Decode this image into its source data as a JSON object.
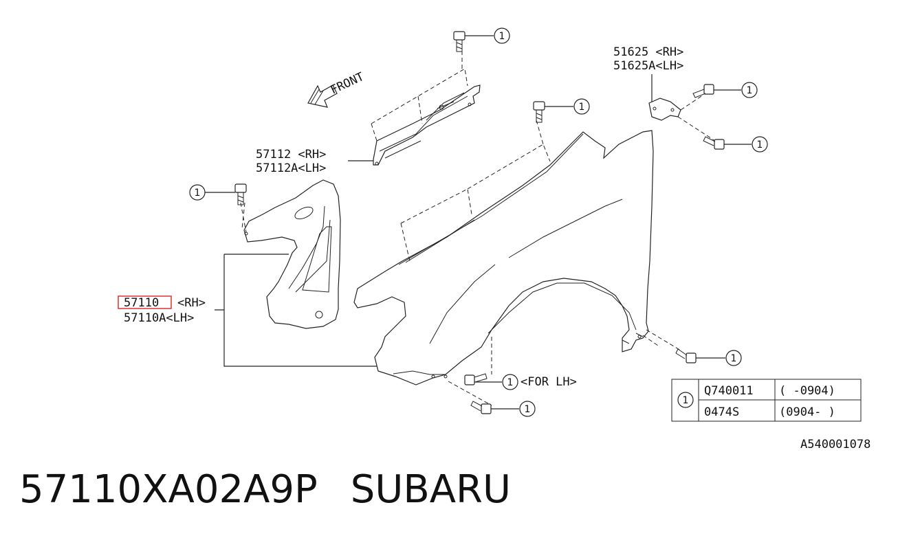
{
  "diagram": {
    "front_label": "FRONT",
    "callout_number": "1",
    "parts": {
      "fender_rh": "57110",
      "fender_rh_side": "<RH>",
      "fender_lh": "57110A<LH>",
      "seal_rh": "57112 <RH>",
      "seal_lh": "57112A<LH>",
      "bracket_rh": "51625 <RH>",
      "bracket_lh": "51625A<LH>",
      "for_lh_note": "<FOR LH>"
    },
    "fastener_table": {
      "ref": "1",
      "rows": [
        {
          "part": "Q740011",
          "range": "(   -0904)"
        },
        {
          "part": "0474S",
          "range": "(0904-   )"
        }
      ]
    },
    "image_code": "A540001078",
    "highlight_color": "#e03030"
  },
  "footer": {
    "part_number": "57110XA02A9P",
    "brand": "SUBARU"
  }
}
